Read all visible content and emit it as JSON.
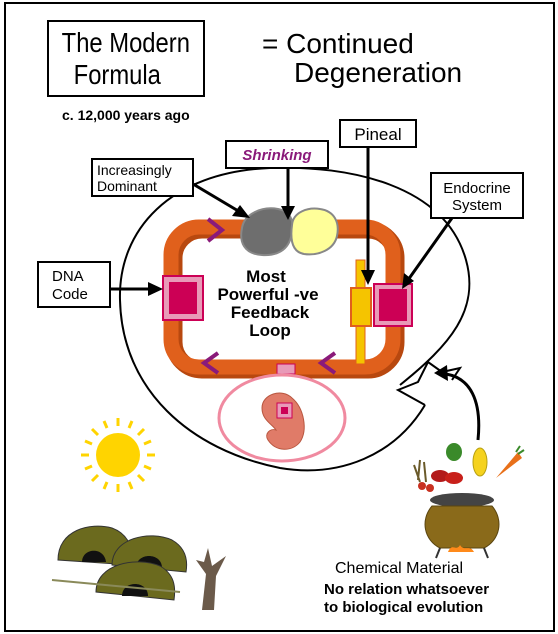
{
  "title": {
    "left_line1": "The Modern",
    "left_line2": "Formula",
    "right_line1": "= Continued",
    "right_line2": "Degeneration"
  },
  "era": "c. 12,000 years ago",
  "labels": {
    "increasingly_dominant_line1": "Increasingly",
    "increasingly_dominant_line2": "Dominant",
    "shrinking": "Shrinking",
    "pineal": "Pineal",
    "endocrine_line1": "Endocrine",
    "endocrine_line2": "System",
    "dna_line1": "DNA",
    "dna_line2": "Code"
  },
  "center_text": {
    "line1": "Most",
    "line2": "Powerful -ve",
    "line3": "Feedback",
    "line4": "Loop"
  },
  "bottom": {
    "chemical_material": "Chemical Material",
    "no_relation_line1": "No relation whatsoever",
    "no_relation_line2": "to biological evolution"
  },
  "colors": {
    "loop": "#e0601c",
    "loop_shadow": "#b8480f",
    "dna_box": "#cc0055",
    "chevron": "#8a1a7a",
    "brain_dark": "#6e6e6e",
    "brain_light": "#ffff99",
    "sun": "#ffd400",
    "pineal_bar": "#f5c400",
    "embryo_ring": "#f08aa0",
    "embryo": "#e07b68"
  }
}
